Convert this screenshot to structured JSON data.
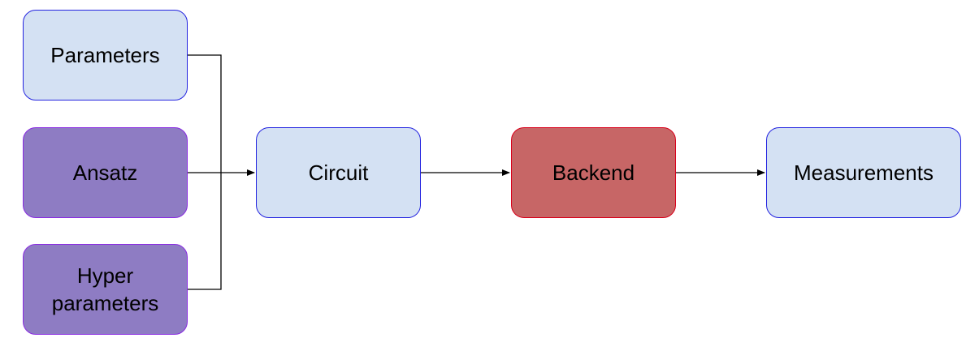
{
  "nodes": {
    "parameters": {
      "label": "Parameters"
    },
    "ansatz": {
      "label": "Ansatz"
    },
    "hyper_parameters": {
      "label": "Hyper\nparameters"
    },
    "circuit": {
      "label": "Circuit"
    },
    "backend": {
      "label": "Backend"
    },
    "measurements": {
      "label": "Measurements"
    }
  },
  "edges": [
    {
      "from": "parameters",
      "to": "circuit"
    },
    {
      "from": "ansatz",
      "to": "circuit"
    },
    {
      "from": "hyper_parameters",
      "to": "circuit"
    },
    {
      "from": "circuit",
      "to": "backend"
    },
    {
      "from": "backend",
      "to": "measurements"
    }
  ],
  "colors": {
    "light_fill": "#d4e1f3",
    "light_border": "#2424e0",
    "purple_fill": "#8e7cc3",
    "purple_border": "#8a2be2",
    "red_fill": "#c76666",
    "red_border": "#d9001b",
    "connector": "#000000"
  }
}
